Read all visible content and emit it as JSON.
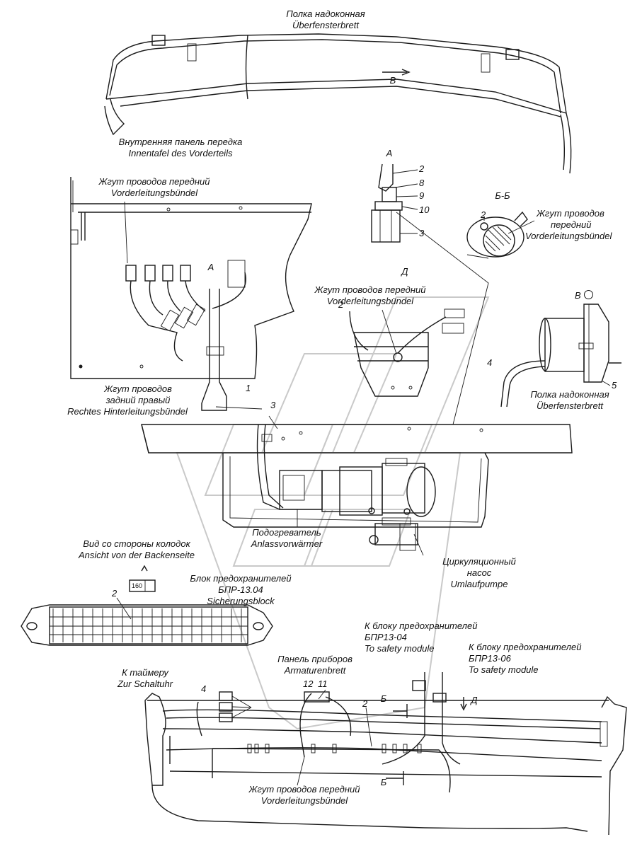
{
  "labels": {
    "shelf_ru": "Полка надоконная",
    "shelf_de": "Überfensterbrett",
    "arrow_b": "В",
    "inner_panel_ru": "Внутренняя панель передка",
    "inner_panel_de": "Innentafel des Vorderteils",
    "front_harness_ru": "Жгут проводов передний",
    "front_harness_de": "Vorderleitungsbündel",
    "view_a": "А",
    "callout_a": "А",
    "section_bb": "Б-Б",
    "bb_harness_ru_1": "Жгут проводов",
    "bb_harness_ru_2": "передний",
    "bb_harness_de": "Vorderleitungsbündel",
    "view_d": "Д",
    "d_harness_ru": "Жгут проводов передний",
    "d_harness_de": "Vorderleitungsbündel",
    "view_v": "В",
    "rear_harness_ru_1": "Жгут проводов",
    "rear_harness_ru_2": "задний правый",
    "rear_harness_de": "Rechtes Hinterleitungsbündel",
    "shelf2_ru": "Полка надоконная",
    "shelf2_de": "Überfensterbrett",
    "heater_ru": "Подогреватель",
    "heater_de": "Anlassvorwärmer",
    "pump_ru_1": "Циркуляционный",
    "pump_ru_2": "насос",
    "pump_de": "Umlaufpumpe",
    "shoe_view_ru": "Вид со стороны колодок",
    "shoe_view_de": "Ansicht von der Backenseite",
    "fuse_block_ru": "Блок предохранителей",
    "fuse_block_code": "БПР-13.04",
    "fuse_block_de": "Sicherungsblock",
    "to_fuse_1_ru": "К блоку предохранителей",
    "to_fuse_1_code": "БПР13-04",
    "to_fuse_1_en": "To safety module",
    "to_fuse_2_ru": "К блоку предохранителей",
    "to_fuse_2_code": "БПР13-06",
    "to_fuse_2_en": "To safety module",
    "dash_ru": "Панель приборов",
    "dash_de": "Armaturenbrett",
    "timer_ru": "К таймеру",
    "timer_de": "Zur Schaltuhr",
    "bottom_harness_ru": "Жгут проводов передний",
    "bottom_harness_de": "Vorderleitungsbündel",
    "cut_b_top": "Б",
    "cut_b_bottom": "Б",
    "arrow_d": "Д",
    "connector_tag": "160"
  },
  "callouts": {
    "a2": "2",
    "a8": "8",
    "a9": "9",
    "a10": "10",
    "a3": "3",
    "bb2": "2",
    "d2": "2",
    "v4": "4",
    "v5": "5",
    "rear1": "1",
    "heater3": "3",
    "fuse2": "2",
    "dash12": "12",
    "dash11": "11",
    "timer4": "4",
    "bottom2": "2"
  },
  "colors": {
    "ink": "#1a1a1a",
    "paper": "#ffffff",
    "watermark": "#c9c9c9"
  }
}
